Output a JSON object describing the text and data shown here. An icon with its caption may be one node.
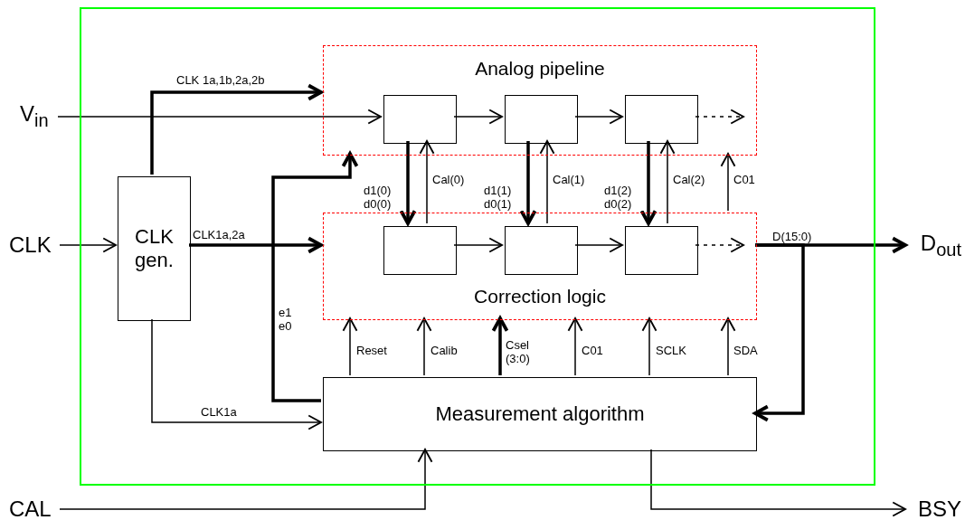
{
  "diagram": {
    "nodes": [
      {
        "text": [],
        "shape": "box"
      },
      {
        "text": [
          "Analog pipeline"
        ],
        "in": 0
      },
      {
        "text": [],
        "shape": "box",
        "in": 1
      },
      {
        "text": [],
        "shape": "box",
        "in": 1
      },
      {
        "text": [],
        "shape": "box",
        "in": 1
      },
      {
        "text": [
          "Correction logic"
        ],
        "in": 0
      },
      {
        "text": [],
        "shape": "box",
        "in": 5
      },
      {
        "text": [],
        "shape": "box",
        "in": 5
      },
      {
        "text": [],
        "shape": "box",
        "in": 5
      },
      {
        "text": [
          "CLK gen."
        ],
        "in": 0
      },
      {
        "text": [
          "Measurement algorithm"
        ],
        "in": 0
      },
      {
        "text": [
          "V$_{in}$"
        ]
      },
      {
        "text": [
          "CLK"
        ]
      },
      {
        "text": [
          "CAL"
        ]
      },
      {
        "text": [
          "D$_{out}$"
        ]
      },
      {
        "text": [
          "BSY"
        ]
      }
    ],
    "edges": [
      {
        "from": 11,
        "to": 2,
        "arrow": "to"
      },
      {
        "from": 12,
        "to": 9,
        "arrow": "to"
      },
      {
        "from": 9,
        "to": 1,
        "arrow": "to",
        "label": "CLK 1a,1b,2a,2b",
        "style": "thick"
      },
      {
        "from": 9,
        "to": 5,
        "arrow": "to",
        "label": "CLK1a,2a",
        "style": "thick"
      },
      {
        "from": 9,
        "to": 10,
        "arrow": "to",
        "label": "CLK1a"
      },
      {
        "from": 10,
        "to": 1,
        "arrow": "to",
        "label": "e1 e0",
        "style": "thick"
      },
      {
        "from": 2,
        "to": 3,
        "arrow": "to"
      },
      {
        "from": 3,
        "to": 4,
        "arrow": "to"
      },
      {
        "from": 4,
        "to": null,
        "arrow": "to",
        "style": "dashed"
      },
      {
        "from": 6,
        "to": 7,
        "arrow": "to"
      },
      {
        "from": 7,
        "to": 8,
        "arrow": "to"
      },
      {
        "from": 8,
        "to": null,
        "arrow": "to",
        "style": "dashed"
      },
      {
        "from": 2,
        "to": 6,
        "arrow": "to",
        "label": "d1(0) d0(0)",
        "style": "thick"
      },
      {
        "from": 6,
        "to": 2,
        "arrow": "to",
        "label": "Cal(0)"
      },
      {
        "from": 3,
        "to": 7,
        "arrow": "to",
        "label": "d1(1) d0(1)",
        "style": "thick"
      },
      {
        "from": 7,
        "to": 3,
        "arrow": "to",
        "label": "Cal(1)"
      },
      {
        "from": 4,
        "to": 8,
        "arrow": "to",
        "label": "d1(2) d0(2)",
        "style": "thick"
      },
      {
        "from": 8,
        "to": 4,
        "arrow": "to",
        "label": "Cal(2)"
      },
      {
        "from": 5,
        "to": 1,
        "arrow": "to",
        "label": "C01"
      },
      {
        "from": 10,
        "to": 5,
        "arrow": "to",
        "label": "Reset"
      },
      {
        "from": 10,
        "to": 5,
        "arrow": "to",
        "label": "Calib"
      },
      {
        "from": 10,
        "to": 5,
        "arrow": "to",
        "label": "Csel (3:0)",
        "style": "thick"
      },
      {
        "from": 10,
        "to": 5,
        "arrow": "to",
        "label": "C01"
      },
      {
        "from": 10,
        "to": 5,
        "arrow": "to",
        "label": "SCLK"
      },
      {
        "from": 10,
        "to": 5,
        "arrow": "to",
        "label": "SDA"
      },
      {
        "from": 5,
        "to": 14,
        "arrow": "to",
        "label": "D(15:0)",
        "style": "thick"
      },
      {
        "from": 5,
        "to": 10,
        "arrow": "to",
        "style": "thick"
      },
      {
        "from": 13,
        "to": 10,
        "arrow": "to"
      },
      {
        "from": 10,
        "to": 15,
        "arrow": "to"
      }
    ]
  }
}
